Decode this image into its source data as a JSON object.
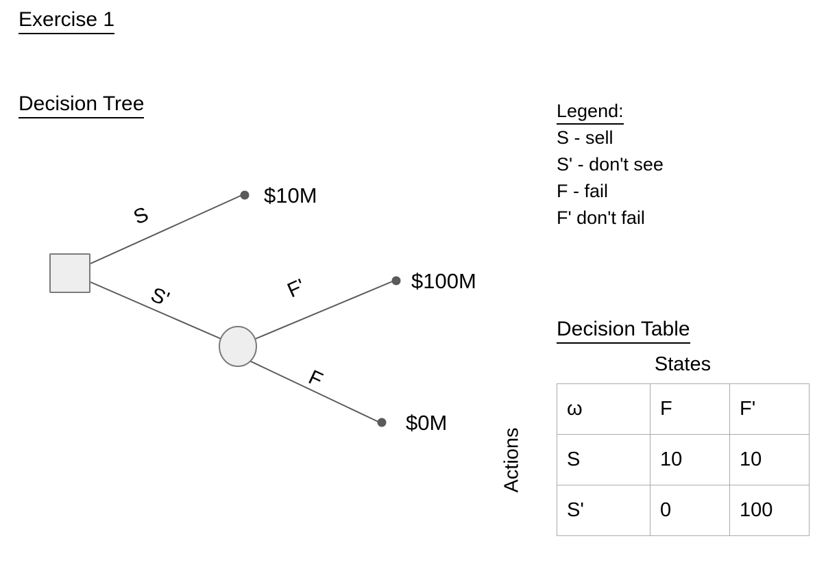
{
  "document": {
    "exercise_title": "Exercise 1",
    "tree_section_title": "Decision Tree",
    "table_section_title": "Decision Table"
  },
  "legend": {
    "heading": "Legend:",
    "entries": [
      "S - sell",
      "S' - don't see",
      "F - fail",
      "F' don't fail"
    ]
  },
  "tree": {
    "branches": [
      {
        "label": "S",
        "from": "decision-node",
        "to": "payoff-10m"
      },
      {
        "label": "S'",
        "from": "decision-node",
        "to": "chance-node"
      },
      {
        "label": "F'",
        "from": "chance-node",
        "to": "payoff-100m"
      },
      {
        "label": "F",
        "from": "chance-node",
        "to": "payoff-0m"
      }
    ],
    "payoffs": [
      {
        "name": "payoff-10m",
        "value": "$10M"
      },
      {
        "name": "payoff-100m",
        "value": "$100M"
      },
      {
        "name": "payoff-0m",
        "value": "$0M"
      }
    ],
    "node_fill": "#eeeeee",
    "node_stroke": "#7a7a7a",
    "line_color": "#5a5a5a"
  },
  "decision_table": {
    "states_label": "States",
    "actions_label": "Actions",
    "header": [
      "ω",
      "F",
      "F'"
    ],
    "rows": [
      {
        "action": "S",
        "cells": [
          "10",
          "10"
        ]
      },
      {
        "action": "S'",
        "cells": [
          "0",
          "100"
        ]
      }
    ],
    "border_color": "#aaaaaa"
  }
}
